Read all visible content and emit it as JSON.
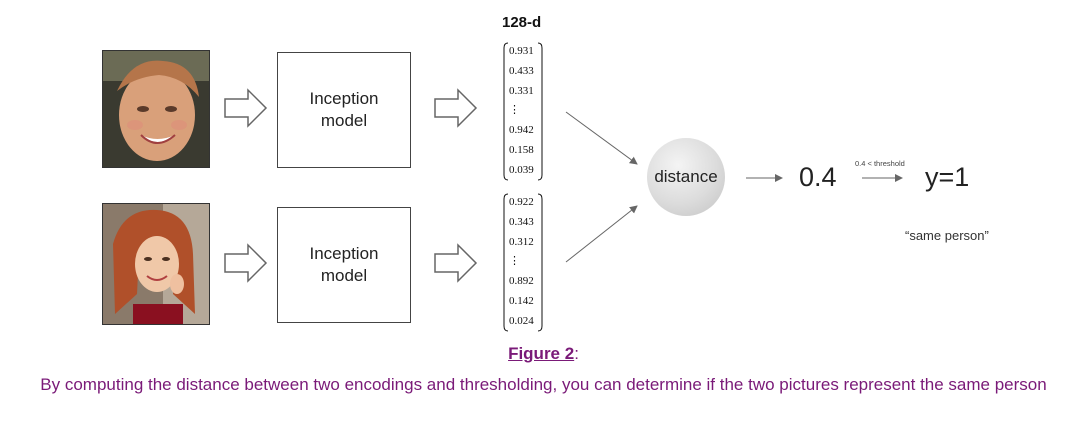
{
  "header": {
    "vector_dim": "128-d"
  },
  "rows": [
    {
      "model_label_line1": "Inception",
      "model_label_line2": "model",
      "vector": [
        "0.931",
        "0.433",
        "0.331",
        "⋮",
        "0.942",
        "0.158",
        "0.039"
      ]
    },
    {
      "model_label_line1": "Inception",
      "model_label_line2": "model",
      "vector": [
        "0.922",
        "0.343",
        "0.312",
        "⋮",
        "0.892",
        "0.142",
        "0.024"
      ]
    }
  ],
  "distance": {
    "label": "distance",
    "value": "0.4",
    "threshold_label": "0.4 < threshold",
    "prediction": "y=1",
    "prediction_note": "“same person”"
  },
  "caption": {
    "title": "Figure 2",
    "colon": ":",
    "body": "By computing the distance between two encodings and thresholding, you can determine if the two pictures represent the same person"
  },
  "colors": {
    "caption": "#7a1a78",
    "box_border": "#444444",
    "arrow": "#666666"
  }
}
